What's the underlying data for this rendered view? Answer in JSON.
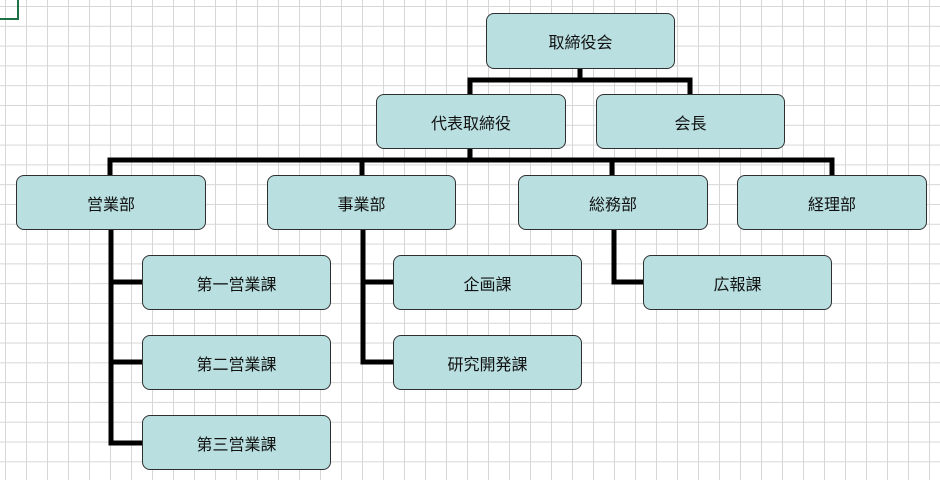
{
  "diagram": {
    "colors": {
      "node_fill": "#b9dfe0",
      "connector": "#000000"
    },
    "nodes": [
      {
        "id": "board",
        "label": "取締役会",
        "parent": null
      },
      {
        "id": "ceo",
        "label": "代表取締役",
        "parent": "board"
      },
      {
        "id": "chairman",
        "label": "会長",
        "parent": "board"
      },
      {
        "id": "sales",
        "label": "営業部",
        "parent": "ceo"
      },
      {
        "id": "business",
        "label": "事業部",
        "parent": "ceo"
      },
      {
        "id": "general",
        "label": "総務部",
        "parent": "ceo"
      },
      {
        "id": "accounting",
        "label": "経理部",
        "parent": "ceo"
      },
      {
        "id": "sales1",
        "label": "第一営業課",
        "parent": "sales"
      },
      {
        "id": "sales2",
        "label": "第二営業課",
        "parent": "sales"
      },
      {
        "id": "sales3",
        "label": "第三営業課",
        "parent": "sales"
      },
      {
        "id": "planning",
        "label": "企画課",
        "parent": "business"
      },
      {
        "id": "rnd",
        "label": "研究開発課",
        "parent": "business"
      },
      {
        "id": "pr",
        "label": "広報課",
        "parent": "general"
      }
    ]
  }
}
